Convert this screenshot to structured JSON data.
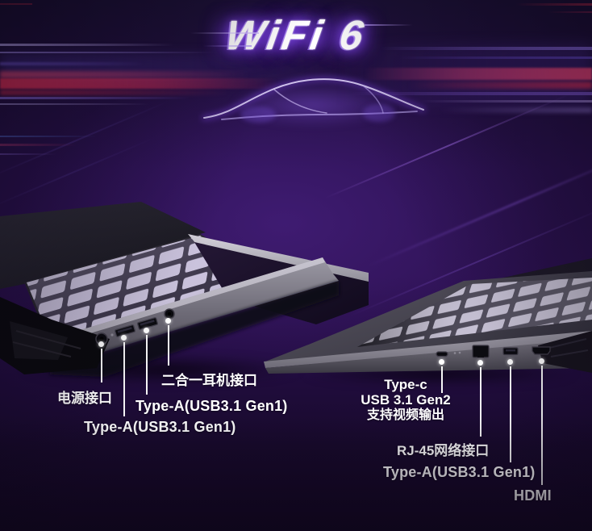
{
  "title": "WiFi 6",
  "hero": {
    "car": "glowing-sports-car-silhouette"
  },
  "left_laptop": {
    "description": "laptop-left-side-view",
    "callouts": {
      "power": "电源接口",
      "headphone": "二合一耳机接口",
      "usb_upper": "Type-A(USB3.1 Gen1)",
      "usb_lower": "Type-A(USB3.1 Gen1)"
    }
  },
  "right_laptop": {
    "description": "laptop-right-side-view",
    "callouts": {
      "type_c": [
        "Type-c",
        "USB 3.1 Gen2",
        "支持视频输出"
      ],
      "rj45": "RJ-45网络接口",
      "usb": "Type-A(USB3.1 Gen1)",
      "hdmi": "HDMI"
    }
  },
  "colors": {
    "background": "#2b1150",
    "glow_purple": "#8a4fff",
    "streak_pink": "#f0447a",
    "streak_red": "#e8315b",
    "streak_lavender": "#b9a5f0",
    "label_text": "#ffffff"
  }
}
